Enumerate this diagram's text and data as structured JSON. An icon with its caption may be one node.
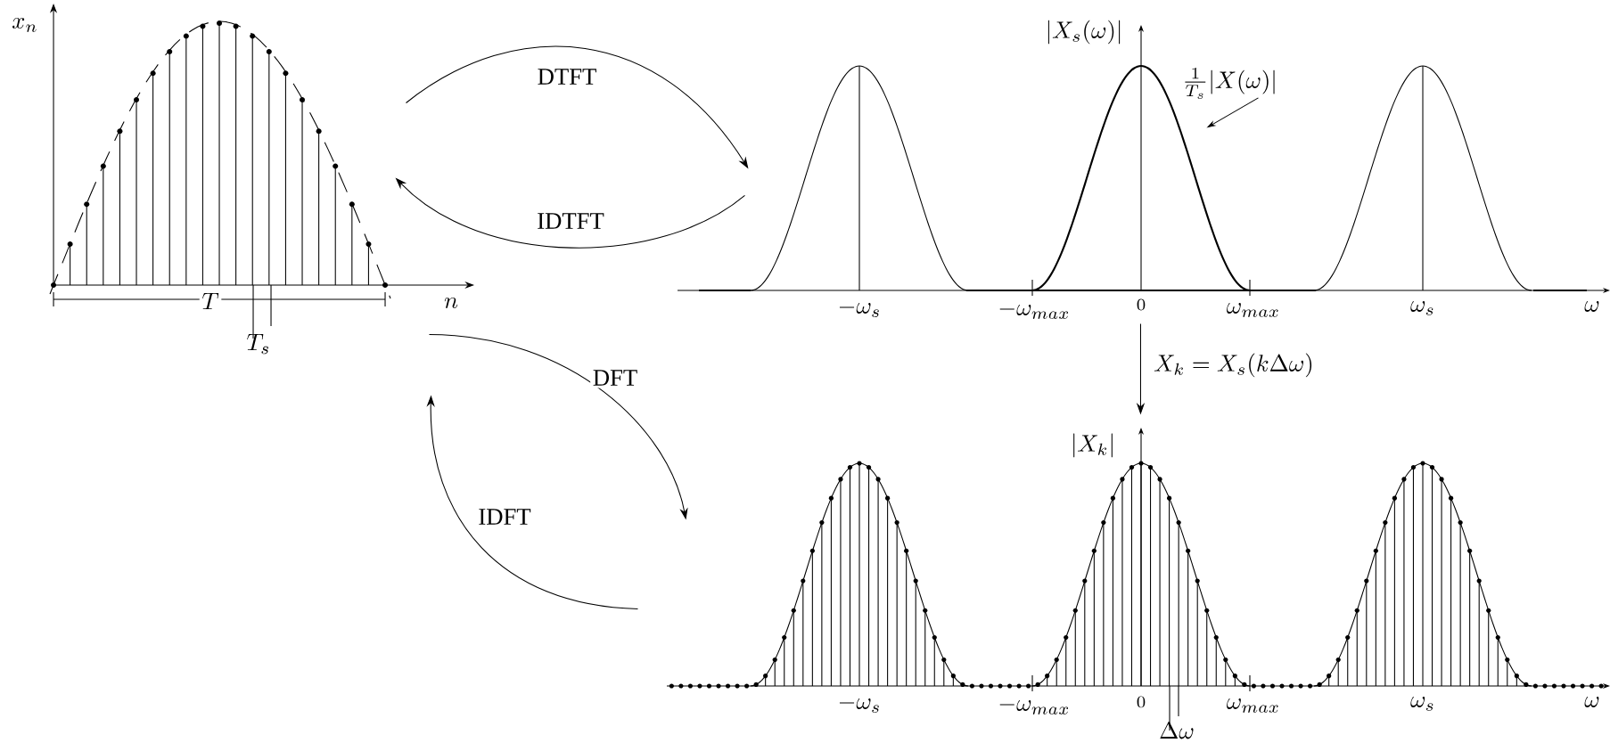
{
  "diagram": {
    "nodes": [
      {
        "text": [],
        "shape": "picture"
      },
      {
        "text": [],
        "shape": "picture"
      },
      {
        "text": [],
        "shape": "picture"
      },
      {
        "text": [
          "\\frac{1}{T_s}|X(\\omega)|"
        ],
        "in": 1
      }
    ],
    "edges": [
      {
        "from": 0,
        "to": 1,
        "arrow": "to",
        "label": "DTFT"
      },
      {
        "from": 1,
        "to": 0,
        "arrow": "to",
        "label": "IDTFT"
      },
      {
        "from": 0,
        "to": 2,
        "arrow": "to",
        "label": "DFT"
      },
      {
        "from": 2,
        "to": 0,
        "arrow": "to",
        "label": "IDFT"
      },
      {
        "from": 1,
        "to": 2,
        "arrow": "to",
        "label": "X_k = X_s(k\\Delta\\omega)"
      },
      {
        "from": 3,
        "to": 1,
        "arrow": "to"
      }
    ],
    "labels": [
      "x_n",
      "n",
      "T",
      "T_s",
      "|X_s(\\omega)|",
      "-\\omega_s",
      "-\\omega_{max}",
      "0",
      "\\omega_{max}",
      "\\omega_s",
      "\\omega",
      "|X_k|",
      "-\\omega_s",
      "-\\omega_{max}",
      "0",
      "\\omega_{max}",
      "\\omega_s",
      "\\omega",
      "\\Delta\\omega"
    ]
  }
}
